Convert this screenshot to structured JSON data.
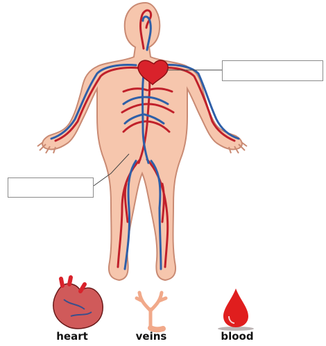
{
  "legend": {
    "items": [
      {
        "id": "heart",
        "label": "heart",
        "icon": "heart-icon"
      },
      {
        "id": "veins",
        "label": "veins",
        "icon": "vein-branch-icon"
      },
      {
        "id": "blood",
        "label": "blood",
        "icon": "blood-drop-icon"
      }
    ]
  },
  "label_boxes": [
    {
      "target": "heart",
      "text": ""
    },
    {
      "target": "veins",
      "text": ""
    }
  ],
  "colors": {
    "skin": "#f6c6ad",
    "skin_outline": "#c98a73",
    "artery": "#c0202a",
    "vein": "#2e5fa8",
    "heart": "#d9222b",
    "blood": "#e01e1e",
    "vein_branch": "#f1a98a"
  }
}
